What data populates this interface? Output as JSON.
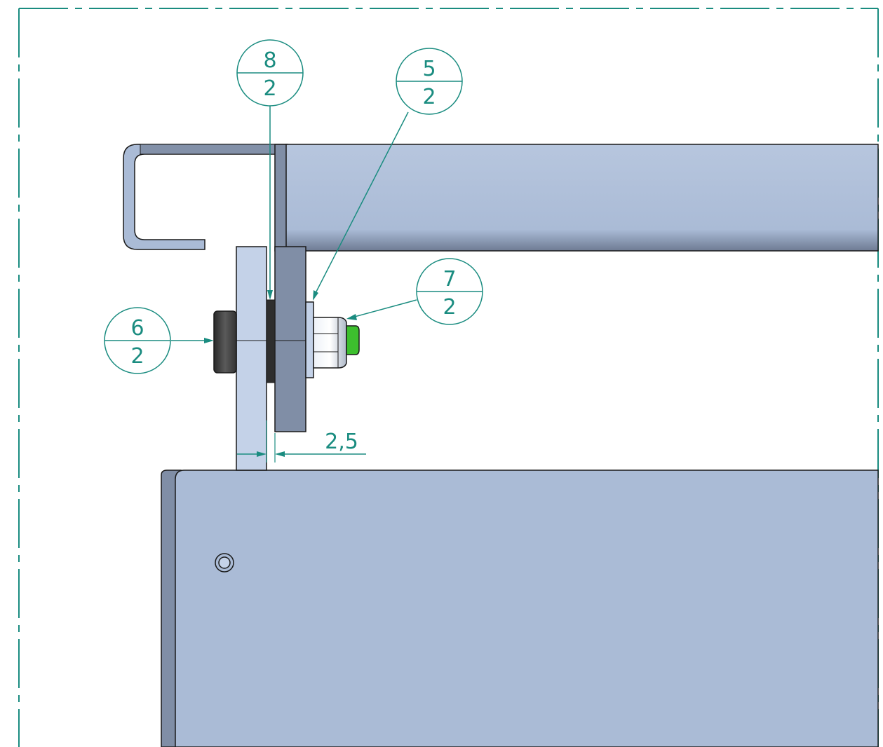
{
  "colors": {
    "annotation": "#1a8c80",
    "part_fill": "#aabbd6",
    "part_dark": "#808ea6",
    "part_shadow": "#5c6880",
    "part_light": "#c4d2e8",
    "outline": "#1a1a1a",
    "hardware_dark": "#3c3c3c",
    "nut_light": "#dfe6f2",
    "nylon_insert": "#3dbf2e",
    "background": "#ffffff"
  },
  "balloons": [
    {
      "id": "balloon-8",
      "item": "8",
      "qty": "2"
    },
    {
      "id": "balloon-5",
      "item": "5",
      "qty": "2"
    },
    {
      "id": "balloon-7",
      "item": "7",
      "qty": "2"
    },
    {
      "id": "balloon-6",
      "item": "6",
      "qty": "2"
    }
  ],
  "dimension": {
    "value": "2,5"
  }
}
